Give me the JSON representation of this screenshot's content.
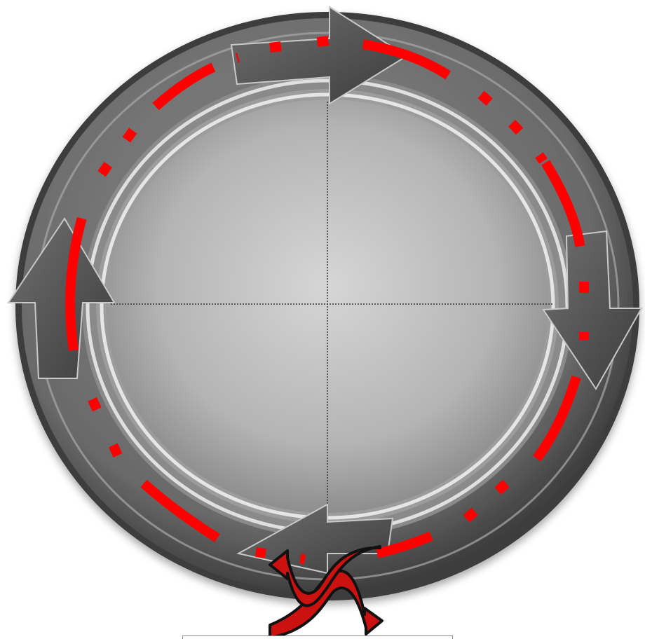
{
  "diagram": {
    "kind": "cycle",
    "quadrants": 4,
    "cycle_arrows": [
      "top",
      "right",
      "bottom",
      "left"
    ],
    "cycle_direction": "clockwise",
    "path_style": "dash-dot",
    "colors": {
      "ring": "#5a5a5a",
      "ring_highlight": "#9a9a9a",
      "arrow": "#4c4c4c",
      "disc": "#b5b5b5",
      "divider": "#333333",
      "path": "#ff0000",
      "crossed_arrows_fill": "#cc1111",
      "crossed_arrows_stroke": "#111111"
    },
    "center_symbol": {
      "icon": "crossed-curved-arrows-icon",
      "position": "bottom"
    },
    "caption": {
      "text": ""
    }
  }
}
